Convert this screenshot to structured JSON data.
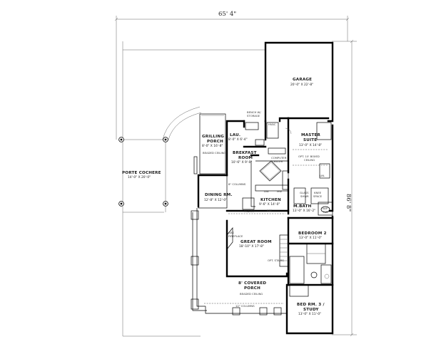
{
  "plan": {
    "overall_width": "65' 4\"",
    "overall_depth": "86' 8\"",
    "rooms": {
      "garage": {
        "name": "GARAGE",
        "size": "20'-0\" X 22'-8\""
      },
      "master_suite": {
        "name_1": "MASTER",
        "name_2": "SUITE",
        "size": "13'-0\" X 14'-8\""
      },
      "laundry": {
        "name": "LAU.",
        "size": "8'-0\" X 6'-4\""
      },
      "grilling_porch": {
        "name_1": "GRILLING",
        "name_2": "PORCH",
        "size": "8'-0\" X 16'-8\""
      },
      "breakfast": {
        "name_1": "BREKFAST",
        "name_2": "ROOM",
        "size": "10'-6\" X 9'-0\""
      },
      "porte_cochere": {
        "name": "PORTE COCHERE",
        "size": "14'-0\" X 20'-0\""
      },
      "dining": {
        "name": "DINING RM.",
        "size": "12'-8\" X 12'-0\""
      },
      "kitchen": {
        "name": "KITCHEN",
        "size": "9'-6\" X 14'-0\""
      },
      "master_bath": {
        "name": "M.BATH",
        "size": "13'-0\" X 16'-2\""
      },
      "bedroom2": {
        "name": "BEDROOM 2",
        "size": "13'-0\" X 11'-0\""
      },
      "great_room": {
        "name": "GREAT ROOM",
        "size": "18'-10\" X 17'-8\""
      },
      "covered_porch": {
        "name_1": "8' COVERED",
        "name_2": "PORCH"
      },
      "bed3": {
        "name_1": "BED RM. 3 /",
        "name_2": "STUDY",
        "size": "13'-0\" X 11'-0\""
      }
    },
    "notes": {
      "bench_storage_1": "BENCH W/",
      "bench_storage_2": "STORAGE",
      "computer_center_1": "COMPUTER",
      "computer_center_2": "CENTER",
      "boxed_ceiling_1": "OPT. 10' BOXED",
      "boxed_ceiling_2": "CEILING",
      "beaded_ceiling": "BEADED CEILING",
      "columns_8": "8\" COLUMNS",
      "dw": "DW",
      "mw": "MW",
      "ref": "REF",
      "pantry": "PANTRY",
      "lin": "LIN.",
      "glass_shower_1": "GLASS",
      "glass_shower_2": "SHWR",
      "knee_space_1": "KNEE",
      "knee_space_2": "SPACE",
      "whirlpool_1": "W/P",
      "whirlpool_2": "TUB",
      "gas_fireplace_1": "GAS",
      "gas_fireplace_2": "FIREPLACE",
      "opt_stairs": "OPT. STAIRS",
      "beaded_ceiling_porch": "BEADED CEILING",
      "columns_12": "12\" COLUMNS",
      "hvac": "HVAC"
    }
  }
}
